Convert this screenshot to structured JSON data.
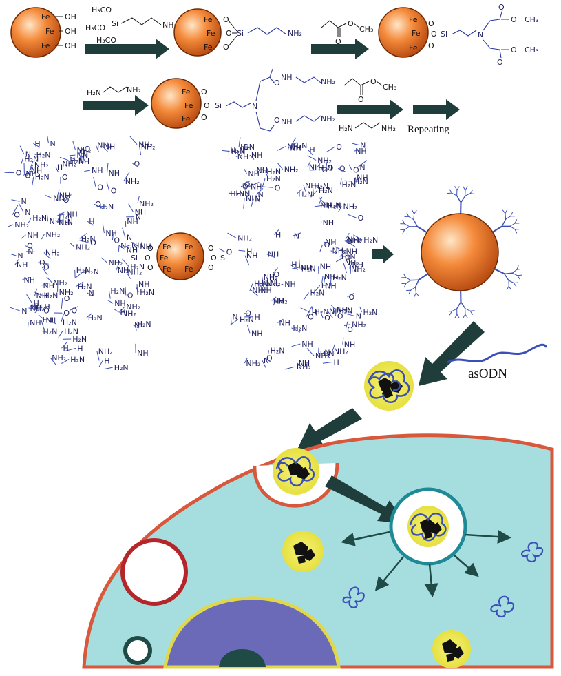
{
  "labels": {
    "fe": "Fe",
    "oh": "OH",
    "o": "O",
    "si": "Si",
    "nh2": "NH₂",
    "h2n": "H₂N",
    "nh": "NH",
    "n": "N",
    "h": "H",
    "ch3": "CH₃",
    "h3co": "H₃CO",
    "h3co_b": "H₃CO",
    "h3co_c": "H₃CO",
    "repeating": "Repeating",
    "asodn": "asODN"
  },
  "colors": {
    "nanoparticle": "#f07a2a",
    "arrow": "#1f3d3a",
    "chemistry_ink": "#2d3aa0",
    "dendrimer": "#3a4fb8",
    "cytoplasm": "#a6dee0",
    "membrane": "#d9573a",
    "nucleus": "#6a6ab8",
    "complex_halo": "#f2ee6a",
    "endosome_ring": "#1f8a95"
  }
}
